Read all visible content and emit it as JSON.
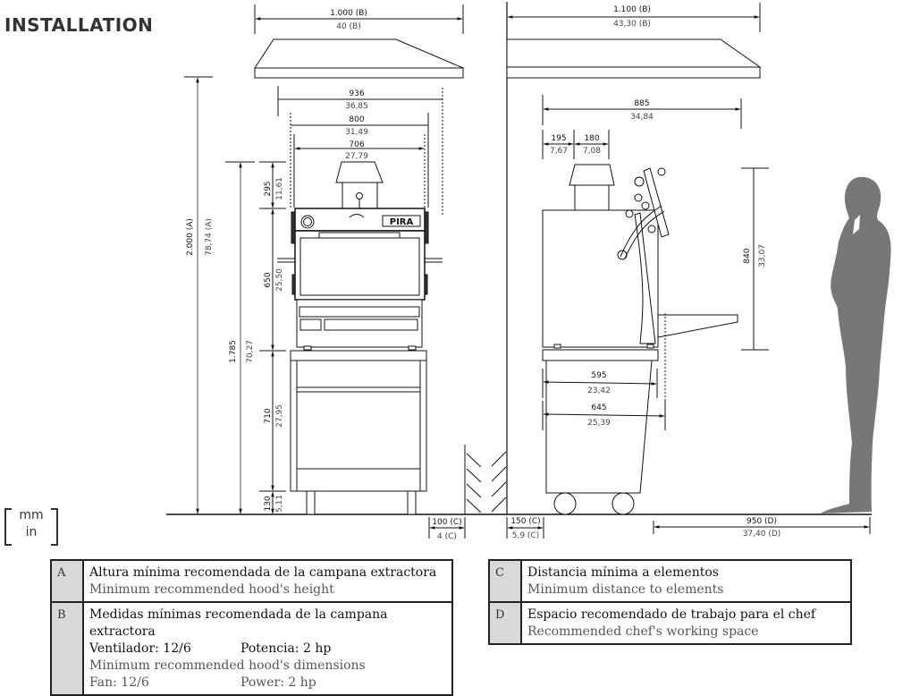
{
  "title": "INSTALLATION",
  "units": {
    "primary": "mm",
    "secondary": "in"
  },
  "colors": {
    "line": "#111111",
    "dim_line": "#555555",
    "silhouette": "#777777",
    "legend_key_bg": "#d9d9d9"
  },
  "front_view": {
    "hood_width": {
      "mm": "1.000 (B)",
      "in": "40 (B)"
    },
    "widths": [
      {
        "mm": "936",
        "in": "36,85"
      },
      {
        "mm": "800",
        "in": "31,49"
      },
      {
        "mm": "706",
        "in": "27,79"
      }
    ],
    "heights": {
      "hood_height": {
        "mm": "2.000 (A)",
        "in": "78,74 (A)"
      },
      "total_height": {
        "mm": "1.785",
        "in": "70,27"
      },
      "chimney": {
        "mm": "295",
        "in": "11,61"
      },
      "oven": {
        "mm": "650",
        "in": "25,50"
      },
      "cabinet": {
        "mm": "710",
        "in": "27,95"
      },
      "legs": {
        "mm": "130",
        "in": "5,11"
      }
    },
    "clearance": {
      "mm": "100 (C)",
      "in": "4 (C)"
    },
    "brand_label": "PIRA"
  },
  "side_view": {
    "hood_width": {
      "mm": "1.100 (B)",
      "in": "43,30 (B)"
    },
    "depth": {
      "mm": "885",
      "in": "34,84"
    },
    "chimney_offset": {
      "mm": "195",
      "in": "7,67"
    },
    "chimney_width": {
      "mm": "180",
      "in": "7,08"
    },
    "oven_height": {
      "mm": "840",
      "in": "33,07"
    },
    "base_depth_1": {
      "mm": "595",
      "in": "23,42"
    },
    "base_depth_2": {
      "mm": "645",
      "in": "25,39"
    },
    "clearance": {
      "mm": "150 (C)",
      "in": "5,9 (C)"
    },
    "chef_space": {
      "mm": "950 (D)",
      "in": "37,40 (D)"
    }
  },
  "legend": [
    {
      "key": "A",
      "es": "Altura mínima recomendada de la campana extractora",
      "en": "Minimum recommended hood's height"
    },
    {
      "key": "B",
      "es": "Medidas mínimas recomendada de la campana extractora",
      "es_fan": "Ventilador: 12/6",
      "es_power": "Potencia: 2 hp",
      "en": "Minimum recommended hood's dimensions",
      "en_fan": "Fan: 12/6",
      "en_power": "Power: 2 hp"
    },
    {
      "key": "C",
      "es": "Distancia mínima a elementos",
      "en": "Minimum distance to elements"
    },
    {
      "key": "D",
      "es": "Espacio recomendado de trabajo para el chef",
      "en": "Recommended chef's working space"
    }
  ],
  "icons": {
    "chef_silhouette": "person-silhouette-icon",
    "pressure_gauge": "gauge-icon",
    "wall_hatch": "wall-hatch-icon"
  }
}
